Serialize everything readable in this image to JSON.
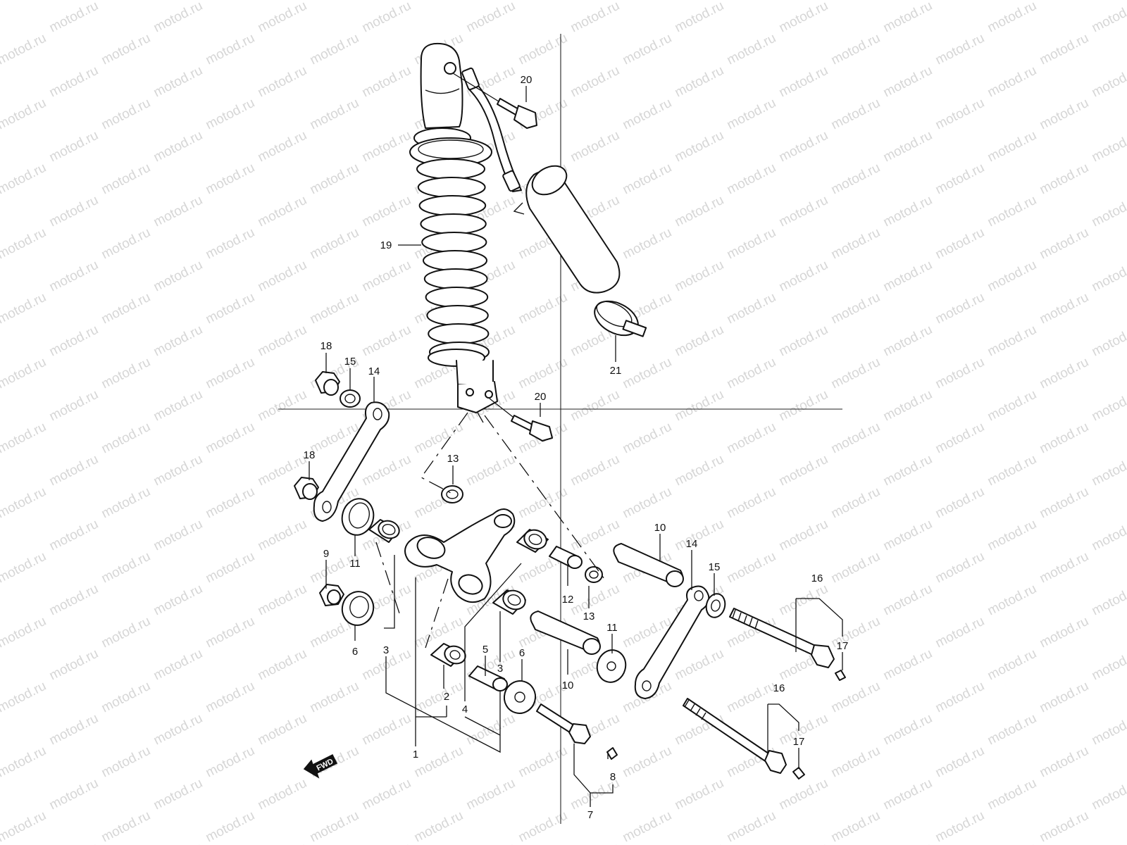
{
  "watermark": "motod.ru",
  "direction_label": "FWD",
  "callouts": [
    {
      "id": "c20a",
      "label": "20"
    },
    {
      "id": "c19",
      "label": "19"
    },
    {
      "id": "c21",
      "label": "21"
    },
    {
      "id": "c18a",
      "label": "18"
    },
    {
      "id": "c15a",
      "label": "15"
    },
    {
      "id": "c14a",
      "label": "14"
    },
    {
      "id": "c20b",
      "label": "20"
    },
    {
      "id": "c18b",
      "label": "18"
    },
    {
      "id": "c13a",
      "label": "13"
    },
    {
      "id": "c11a",
      "label": "11"
    },
    {
      "id": "c9",
      "label": "9"
    },
    {
      "id": "c6a",
      "label": "6"
    },
    {
      "id": "c3a",
      "label": "3"
    },
    {
      "id": "c2",
      "label": "2"
    },
    {
      "id": "c5",
      "label": "5"
    },
    {
      "id": "c3b",
      "label": "3"
    },
    {
      "id": "c6b",
      "label": "6"
    },
    {
      "id": "c4",
      "label": "4"
    },
    {
      "id": "c1",
      "label": "1"
    },
    {
      "id": "c12",
      "label": "12"
    },
    {
      "id": "c13b",
      "label": "13"
    },
    {
      "id": "c10a",
      "label": "10"
    },
    {
      "id": "c10b",
      "label": "10"
    },
    {
      "id": "c11b",
      "label": "11"
    },
    {
      "id": "c14b",
      "label": "14"
    },
    {
      "id": "c15b",
      "label": "15"
    },
    {
      "id": "c16a",
      "label": "16"
    },
    {
      "id": "c17a",
      "label": "17"
    },
    {
      "id": "c16b",
      "label": "16"
    },
    {
      "id": "c17b",
      "label": "17"
    },
    {
      "id": "c8",
      "label": "8"
    },
    {
      "id": "c7",
      "label": "7"
    }
  ]
}
